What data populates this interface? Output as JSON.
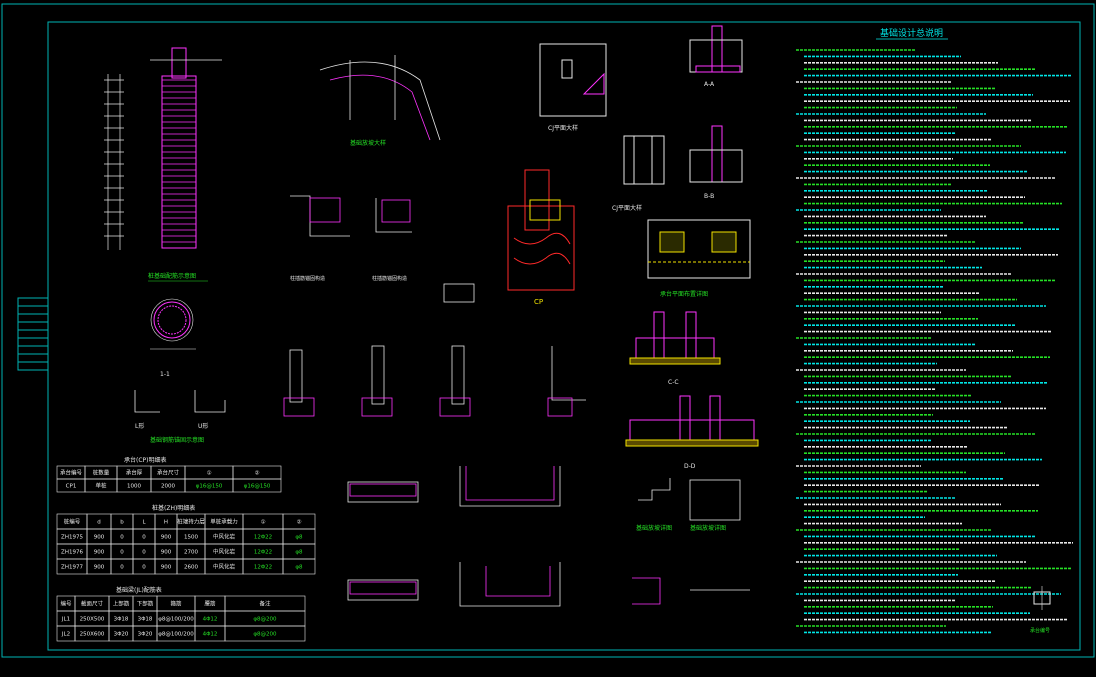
{
  "drawing": {
    "sheet_title": "基础设计总说明",
    "colors": {
      "background": "#000000",
      "frame": "#00b4b4",
      "white": "#e8e8e8",
      "magenta": "#ff33ff",
      "red": "#ff2a2a",
      "green": "#25e025",
      "yellow": "#f2e200",
      "cyan": "#00e6e6",
      "orange": "#ff9a00"
    },
    "labels": {
      "pile_section": "1-1",
      "pile_detail_a": "L形",
      "pile_detail_b": "U形",
      "cap_plan": "CJ平面大样",
      "cap_plan2": "CJ平面大样",
      "pit_section": "CP",
      "section_aa": "A-A",
      "section_bb": "B-B",
      "section_cc": "C-C",
      "section_dd": "D-D",
      "step_detail": "基础放坡详图",
      "step_detail2": "基础放坡详图",
      "legend_cap": "承台编号"
    },
    "table_cp": {
      "title": "承台(CP)明细表",
      "headers": [
        "承台编号",
        "桩数量",
        "承台厚",
        "承台尺寸",
        "①",
        "②"
      ],
      "rows": [
        [
          "CP1",
          "单桩",
          "1000",
          "2000",
          "φ16@150",
          "φ16@150"
        ]
      ]
    },
    "table_zh": {
      "title": "桩基(ZH)明细表",
      "headers": [
        "桩编号",
        "d",
        "b",
        "L",
        "H",
        "桩端持力层",
        "单桩承载力",
        "①",
        "②"
      ],
      "rows": [
        [
          "ZH1975",
          "900",
          "0",
          "0",
          "900",
          "1500",
          "中风化岩",
          "12Φ22",
          "φ8"
        ],
        [
          "ZH1976",
          "900",
          "0",
          "0",
          "900",
          "2700",
          "中风化岩",
          "12Φ22",
          "φ8"
        ],
        [
          "ZH1977",
          "900",
          "0",
          "0",
          "900",
          "2600",
          "中风化岩",
          "12Φ22",
          "φ8"
        ]
      ]
    },
    "table_jl": {
      "title": "基础梁(JL)配筋表",
      "headers": [
        "编号",
        "截面尺寸",
        "上部筋",
        "下部筋",
        "箍筋",
        "腰筋",
        "备注"
      ],
      "rows": [
        [
          "JL1",
          "250X500",
          "3Φ18",
          "3Φ18",
          "φ8@100/200",
          "4Φ12",
          "φ8@200"
        ],
        [
          "JL2",
          "250X600",
          "3Φ20",
          "3Φ20",
          "φ8@100/200",
          "4Φ12",
          "φ8@200"
        ]
      ]
    }
  }
}
